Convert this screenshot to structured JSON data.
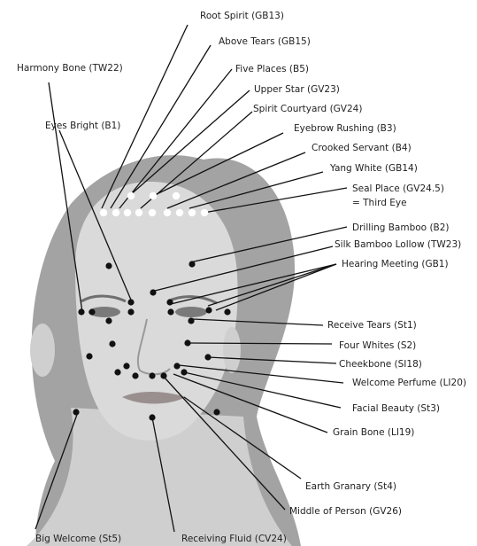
{
  "colors": {
    "line": "#111111",
    "dot_dark": "#111111",
    "dot_light": "#ffffff",
    "skin": "#d7d7d7",
    "hair": "#9a9a9a",
    "background": "#ffffff"
  },
  "labels": {
    "root_spirit": "Root Spirit (GB13)",
    "above_tears": "Above Tears (GB15)",
    "harmony_bone": "Harmony Bone (TW22)",
    "five_places": "Five Places (B5)",
    "upper_star": "Upper Star (GV23)",
    "spirit_courtyard": "Spirit Courtyard (GV24)",
    "eyes_bright": "Eyes Bright (B1)",
    "eyebrow_rushing": "Eyebrow Rushing (B3)",
    "crooked_servant": "Crooked Servant (B4)",
    "yang_white": "Yang White (GB14)",
    "seal_place_line1": "Seal Place (GV24.5)",
    "seal_place_line2": "= Third Eye",
    "drilling_bamboo": "Drilling Bamboo (B2)",
    "silk_bamboo": "Silk Bamboo Lollow (TW23)",
    "hearing_meeting": "Hearing Meeting (GB1)",
    "receive_tears": "Receive Tears (St1)",
    "four_whites": "Four Whites (S2)",
    "cheekbone": "Cheekbone (SI18)",
    "welcome_perfume": "Welcome Perfume (LI20)",
    "facial_beauty": "Facial Beauty (St3)",
    "grain_bone": "Grain Bone (LI19)",
    "earth_granary": "Earth Granary (St4)",
    "middle_of_person": "Middle of Person (GV26)",
    "big_welcome": "Big Welcome (St5)",
    "receiving_fluid": "Receiving Fluid (CV24)"
  }
}
